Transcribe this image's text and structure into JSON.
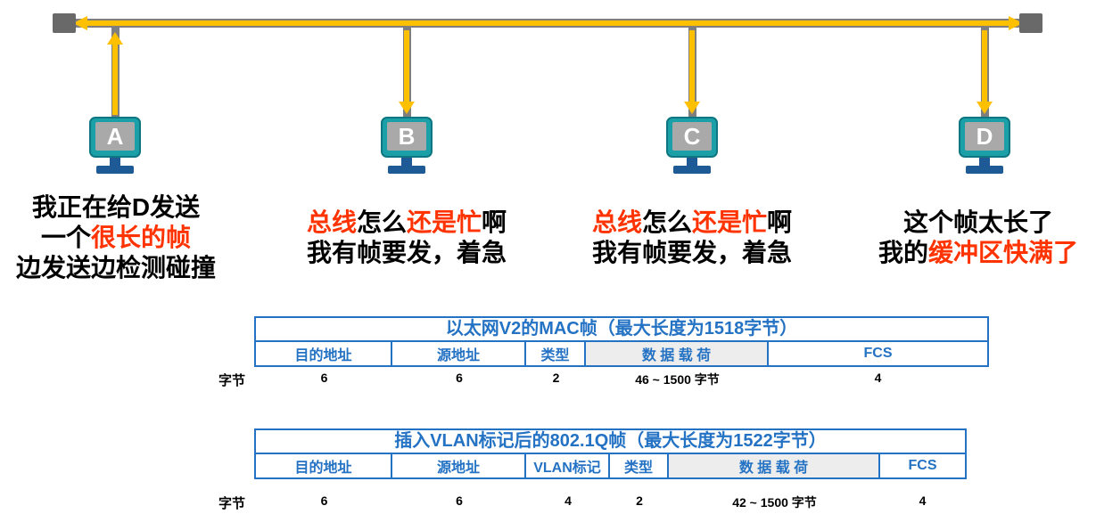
{
  "colors": {
    "bus_gray": "#7F7F7F",
    "terminator_gray": "#696969",
    "arrow_yellow": "#FFC000",
    "monitor_teal": "#1BA0A8",
    "monitor_screen_gray": "#A9A9A9",
    "stand_blue": "#1E5A96",
    "caption_black": "#000000",
    "highlight_red": "#FF3300",
    "table_blue": "#2472C4",
    "payload_cell_bg": "#EDEDED"
  },
  "stations": [
    {
      "label": "A",
      "arrow_direction": "up",
      "caption": [
        [
          {
            "text": "我正在给D发送",
            "color": "black"
          }
        ],
        [
          {
            "text": "一个",
            "color": "black"
          },
          {
            "text": "很长的帧",
            "color": "red"
          }
        ],
        [
          {
            "text": "边发送边检测碰撞",
            "color": "black"
          }
        ]
      ]
    },
    {
      "label": "B",
      "arrow_direction": "down",
      "caption": [
        [
          {
            "text": "总线",
            "color": "red"
          },
          {
            "text": "怎么",
            "color": "black"
          },
          {
            "text": "还是忙",
            "color": "red"
          },
          {
            "text": "啊",
            "color": "black"
          }
        ],
        [
          {
            "text": "我有帧要发，着急",
            "color": "black"
          }
        ]
      ]
    },
    {
      "label": "C",
      "arrow_direction": "down",
      "caption": [
        [
          {
            "text": "总线",
            "color": "red"
          },
          {
            "text": "怎么",
            "color": "black"
          },
          {
            "text": "还是忙",
            "color": "red"
          },
          {
            "text": "啊",
            "color": "black"
          }
        ],
        [
          {
            "text": "我有帧要发，着急",
            "color": "black"
          }
        ]
      ]
    },
    {
      "label": "D",
      "arrow_direction": "down",
      "caption": [
        [
          {
            "text": "这个帧太长了",
            "color": "black"
          }
        ],
        [
          {
            "text": "我的",
            "color": "black"
          },
          {
            "text": "缓冲区快满了",
            "color": "red"
          }
        ]
      ]
    }
  ],
  "tables": [
    {
      "title": "以太网V2的MAC帧（最大长度为1518字节）",
      "bytes_label": "字节",
      "columns": [
        {
          "header": "目的地址",
          "bytes": "6"
        },
        {
          "header": "源地址",
          "bytes": "6"
        },
        {
          "header": "类型",
          "bytes": "2"
        },
        {
          "header": "数 据 载 荷",
          "bytes": "46 ~ 1500 字节",
          "shaded": true
        },
        {
          "header": "FCS",
          "bytes": "4"
        }
      ]
    },
    {
      "title": "插入VLAN标记后的802.1Q帧（最大长度为1522字节）",
      "bytes_label": "字节",
      "columns": [
        {
          "header": "目的地址",
          "bytes": "6"
        },
        {
          "header": "源地址",
          "bytes": "6"
        },
        {
          "header": "VLAN标记",
          "bytes": "4"
        },
        {
          "header": "类型",
          "bytes": "2"
        },
        {
          "header": "数 据 载 荷",
          "bytes": "42 ~ 1500 字节",
          "shaded": true
        },
        {
          "header": "FCS",
          "bytes": "4"
        }
      ]
    }
  ]
}
